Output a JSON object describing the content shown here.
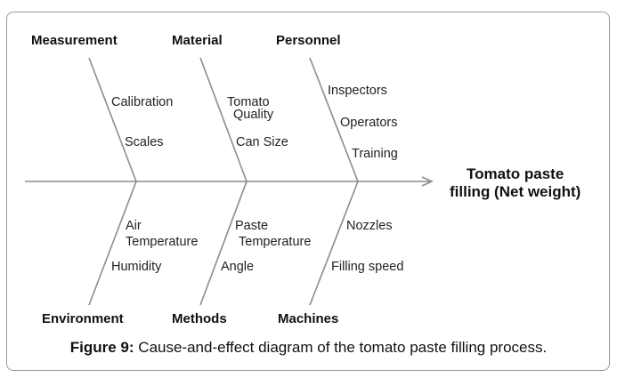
{
  "diagram": {
    "type": "fishbone",
    "effect": {
      "line1": "Tomato paste",
      "line2": "filling (Net weight)"
    },
    "categories": [
      {
        "name": "Measurement",
        "causes": [
          "Calibration",
          "Scales"
        ]
      },
      {
        "name": "Material",
        "causes": [
          "Tomato",
          "Quality",
          "Can Size"
        ]
      },
      {
        "name": "Personnel",
        "causes": [
          "Inspectors",
          "Operators",
          "Training"
        ]
      },
      {
        "name": "Environment",
        "causes": [
          "Air",
          "Temperature",
          "Humidity"
        ]
      },
      {
        "name": "Methods",
        "causes": [
          "Paste",
          "Temperature",
          "Angle"
        ]
      },
      {
        "name": "Machines",
        "causes": [
          "Nozzles",
          "Filling speed"
        ]
      }
    ],
    "line_color": "#8c8c8c"
  },
  "caption": {
    "label": "Figure 9:",
    "text": " Cause-and-effect diagram of the tomato paste filling process."
  }
}
